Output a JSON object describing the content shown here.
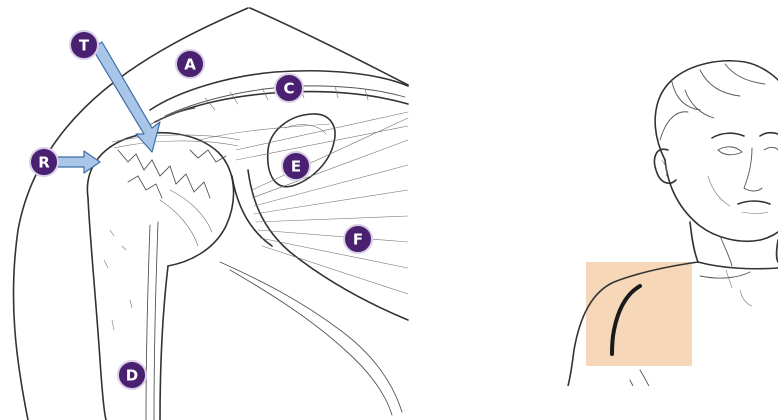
{
  "labels": {
    "T": "T",
    "A": "A",
    "C": "C",
    "R": "R",
    "E": "E",
    "F": "F",
    "D": "D"
  },
  "colors": {
    "label_fill": "#4a2070",
    "label_ring": "#d9cfe6",
    "arrow_fill": "#a9c6e8",
    "arrow_stroke": "#3d6ea8",
    "incision_region": "#f6d7b8",
    "incision_line": "#1a1a1a"
  },
  "icons": {
    "left_panel": "shoulder-anatomy-illustration",
    "right_panel": "man-bust-incision-illustration"
  }
}
